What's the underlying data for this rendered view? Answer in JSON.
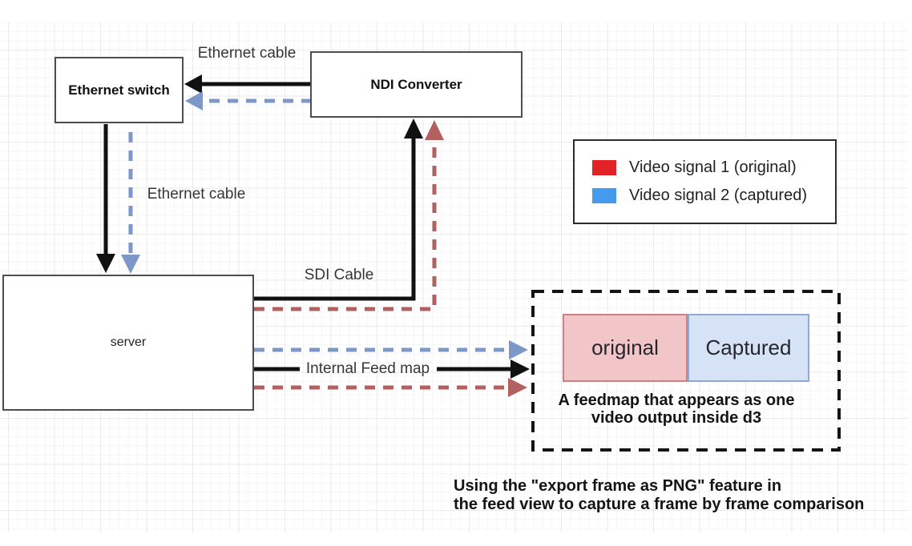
{
  "diagram": {
    "nodes": {
      "ethernet_switch": {
        "label": "Ethernet switch"
      },
      "ndi_converter": {
        "label": "NDI Converter"
      },
      "server": {
        "label": "server"
      }
    },
    "edge_labels": {
      "ethernet_cable_top": "Ethernet cable",
      "ethernet_cable_left": "Ethernet cable",
      "sdi_cable": "SDI Cable",
      "internal_feed_map": "Internal Feed map"
    },
    "legend": {
      "items": [
        {
          "label": "Video signal 1 (original)",
          "color": "#e32227"
        },
        {
          "label": "Video signal 2 (captured)",
          "color": "#449aec"
        }
      ]
    },
    "feedmap": {
      "original_label": "original",
      "captured_label": "Captured",
      "caption_line1": "A feedmap that appears as one",
      "caption_line2": "video output inside d3"
    },
    "note": {
      "line1": "Using the \"export frame as PNG\" feature in",
      "line2": "the feed view to capture a frame by frame comparison"
    },
    "colors": {
      "solid_line_black": "#111111",
      "dashed_blue_captured_signal": "#7d98c8",
      "dashed_red_original_signal": "#b26060",
      "original_fill": "#f2c6c8",
      "captured_fill": "#d6e2f6",
      "box_border_gray": "#4d4d4d"
    }
  }
}
